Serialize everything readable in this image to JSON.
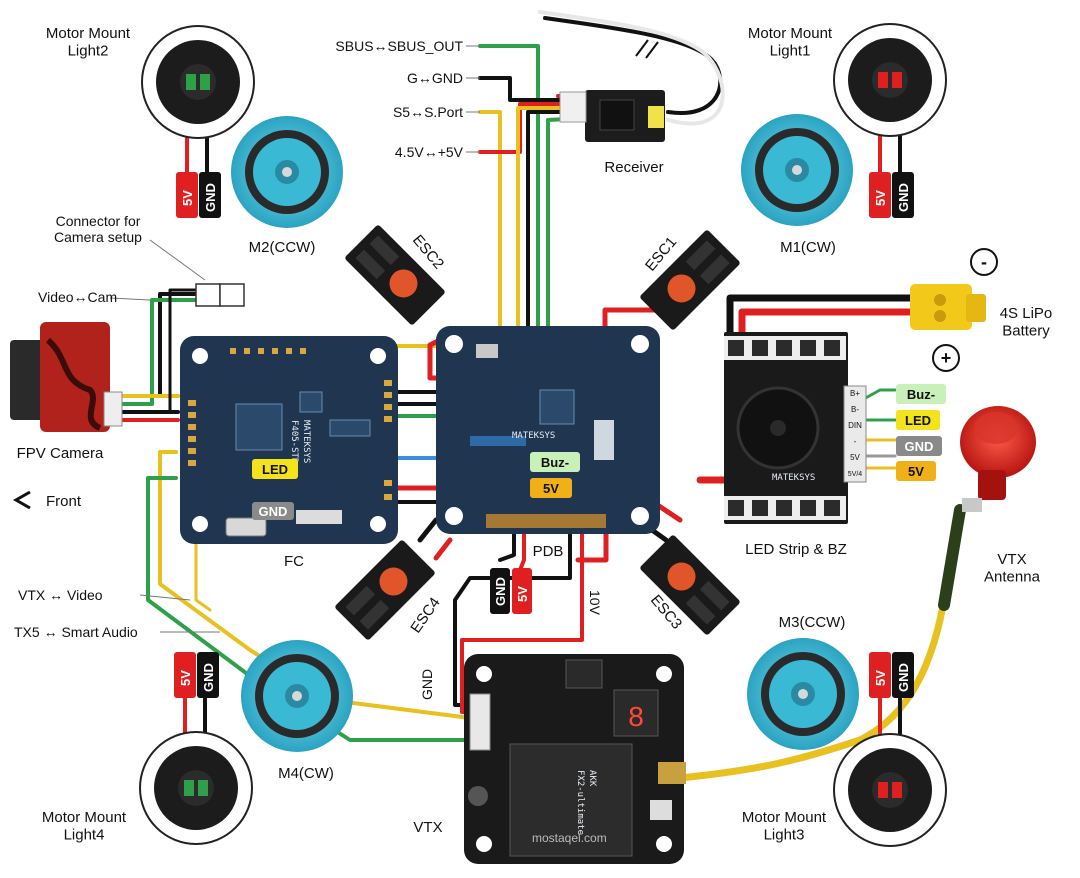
{
  "wiring": {
    "sbus": "SBUS↔SBUS_OUT",
    "gnd": "G↔GND",
    "sport": "S5↔S.Port",
    "power": "4.5V↔+5V",
    "camera_connector": "Connector for\nCamera setup",
    "video_cam": "Video↔Cam",
    "vtx_video": "VTX ↔ Video",
    "smart_audio": "TX5 ↔ Smart Audio"
  },
  "components": {
    "receiver": "Receiver",
    "fpv_camera": "FPV Camera",
    "front": "Front",
    "fc": "FC",
    "pdb": "PDB",
    "vtx": "VTX",
    "vtx_antenna": "VTX\nAntenna",
    "battery": "4S LiPo\nBattery",
    "led_strip": "LED Strip & BZ",
    "fc_brand": "MATEKSYS",
    "fc_model": "F405-STD",
    "pdb_brand": "MATEKSYS",
    "led_brand": "MATEKSYS",
    "vtx_brand": "AKK",
    "vtx_model": "FX2-ultimate",
    "vtx_display": "8",
    "watermark": "mostaqel.com"
  },
  "motors": {
    "m1": "M1(CW)",
    "m2": "M2(CCW)",
    "m3": "M3(CCW)",
    "m4": "M4(CW)"
  },
  "escs": {
    "esc1": "ESC1",
    "esc2": "ESC2",
    "esc3": "ESC3",
    "esc4": "ESC4"
  },
  "mount_lights": {
    "light1": "Motor Mount\nLight1",
    "light2": "Motor Mount\nLight2",
    "light3": "Motor Mount\nLight3",
    "light4": "Motor Mount\nLight4"
  },
  "pins": {
    "v5": "5V",
    "gnd": "GND",
    "v10": "10V",
    "led": "LED",
    "buz": "Buz-",
    "pdb_5v": "5V"
  },
  "led_strip_pads": {
    "buz": "Buz-",
    "led": "LED",
    "gnd": "GND",
    "v5": "5V",
    "pad_labels": [
      "B+",
      "B-",
      "DIN",
      "-",
      "5V",
      "5V/4"
    ]
  },
  "battery_polarity": {
    "minus": "-",
    "plus": "+"
  },
  "colors": {
    "red": "#e02020",
    "black": "#111111",
    "yellow": "#e8c020",
    "green": "#2ea04a",
    "board": "#1f3550",
    "motor": "#39b9d4",
    "pill_yellow": "#f4e21a",
    "pill_green": "#c8f0b8",
    "pill_gray": "#8a8a8a",
    "pill_orange": "#f0b018"
  }
}
